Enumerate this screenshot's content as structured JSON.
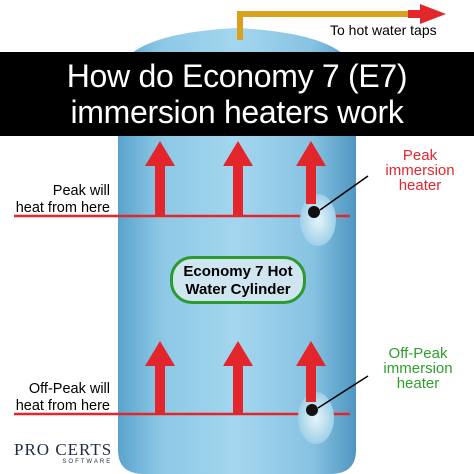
{
  "title": {
    "line1": "How do Economy 7 (E7)",
    "line2": "immersion heaters work"
  },
  "labels": {
    "hot_water_taps": "To hot water taps",
    "peak_left_line1": "Peak will",
    "peak_left_line2": "heat from here",
    "offpeak_left_line1": "Off-Peak will",
    "offpeak_left_line2": "heat from here",
    "peak_heater_line1": "Peak",
    "peak_heater_line2": "immersion",
    "peak_heater_line3": "heater",
    "offpeak_heater_line1": "Off-Peak",
    "offpeak_heater_line2": "immersion",
    "offpeak_heater_line3": "heater",
    "cylinder_line1": "Economy 7 Hot",
    "cylinder_line2": "Water Cylinder"
  },
  "logo": {
    "main": "PRO CERTS",
    "sub": "SOFTWARE"
  },
  "colors": {
    "arrow_red": "#e3262b",
    "pipe_gold": "#d9a11c",
    "cylinder_blue": "#8cc8e6",
    "badge_border": "#2c9a2e",
    "offpeak_green": "#2e9e2c",
    "title_band": "#000000"
  }
}
